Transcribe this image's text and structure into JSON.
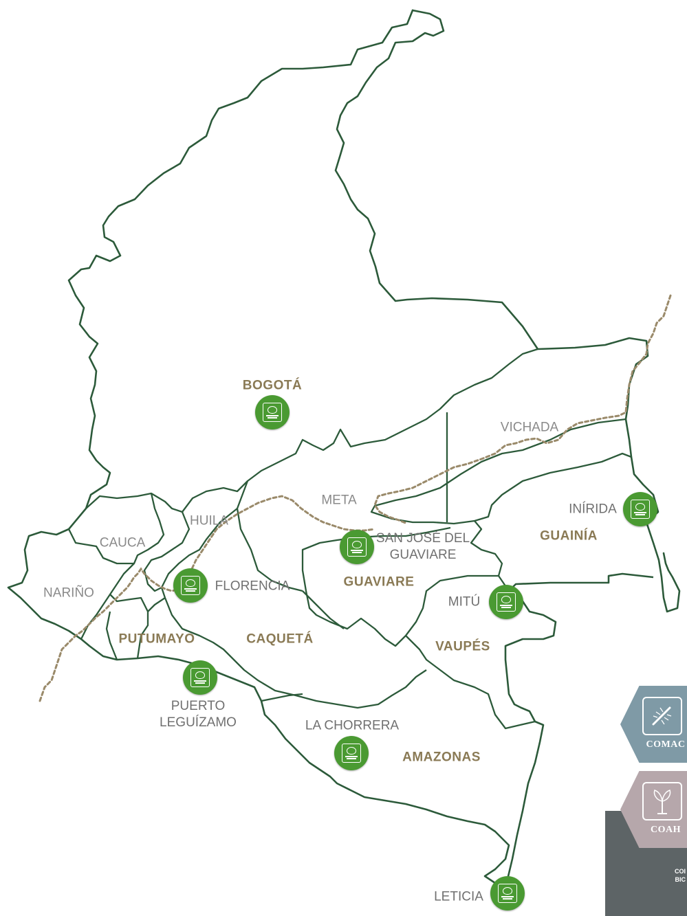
{
  "colors": {
    "border": "#2c5a3a",
    "international_border": "#9a8a6a",
    "dept_bold_label": "#8a7a55",
    "city_label": "#707070",
    "marker": "#4a9a32",
    "comac_hex": "#7f9aa6",
    "coah_hex": "#b6a7ab",
    "panel": "#5d6466"
  },
  "departments": [
    {
      "name": "BOGOTÁ",
      "bold": true
    },
    {
      "name": "META",
      "bold": false
    },
    {
      "name": "VICHADA",
      "bold": false
    },
    {
      "name": "HUILA",
      "bold": false
    },
    {
      "name": "CAUCA",
      "bold": false
    },
    {
      "name": "NARIÑO",
      "bold": false
    },
    {
      "name": "GUAINÍA",
      "bold": true
    },
    {
      "name": "GUAVIARE",
      "bold": true
    },
    {
      "name": "PUTUMAYO",
      "bold": true
    },
    {
      "name": "CAQUETÁ",
      "bold": true
    },
    {
      "name": "VAUPÉS",
      "bold": true
    },
    {
      "name": "AMAZONAS",
      "bold": true
    }
  ],
  "cities": [
    {
      "name": "INÍRIDA"
    },
    {
      "name": "SAN JOSÉ DEL GUAVIARE",
      "lines": [
        "SAN JOSÉ DEL",
        "GUAVIARE"
      ]
    },
    {
      "name": "FLORENCIA"
    },
    {
      "name": "MITÚ"
    },
    {
      "name": "PUERTO LEGUÍZAMO",
      "lines": [
        "PUERTO",
        "LEGUÍZAMO"
      ]
    },
    {
      "name": "LA CHORRERA"
    },
    {
      "name": "LETICIA"
    }
  ],
  "markers": [
    {
      "site": "BOGOTÁ",
      "icon": "instituto-sinchi-logo-icon"
    },
    {
      "site": "INÍRIDA",
      "icon": "instituto-sinchi-logo-icon"
    },
    {
      "site": "SAN JOSÉ DEL GUAVIARE",
      "icon": "instituto-sinchi-logo-icon"
    },
    {
      "site": "FLORENCIA",
      "icon": "instituto-sinchi-logo-icon"
    },
    {
      "site": "MITÚ",
      "icon": "instituto-sinchi-logo-icon"
    },
    {
      "site": "PUERTO LEGUÍZAMO",
      "icon": "instituto-sinchi-logo-icon"
    },
    {
      "site": "LA CHORRERA",
      "icon": "instituto-sinchi-logo-icon"
    },
    {
      "site": "LETICIA",
      "icon": "instituto-sinchi-logo-icon"
    }
  ],
  "collections": [
    {
      "label": "COMAC",
      "icon": "insect-icon"
    },
    {
      "label": "COAH",
      "icon": "plant-icon"
    }
  ],
  "panel_text": [
    "COI",
    "BIC"
  ]
}
